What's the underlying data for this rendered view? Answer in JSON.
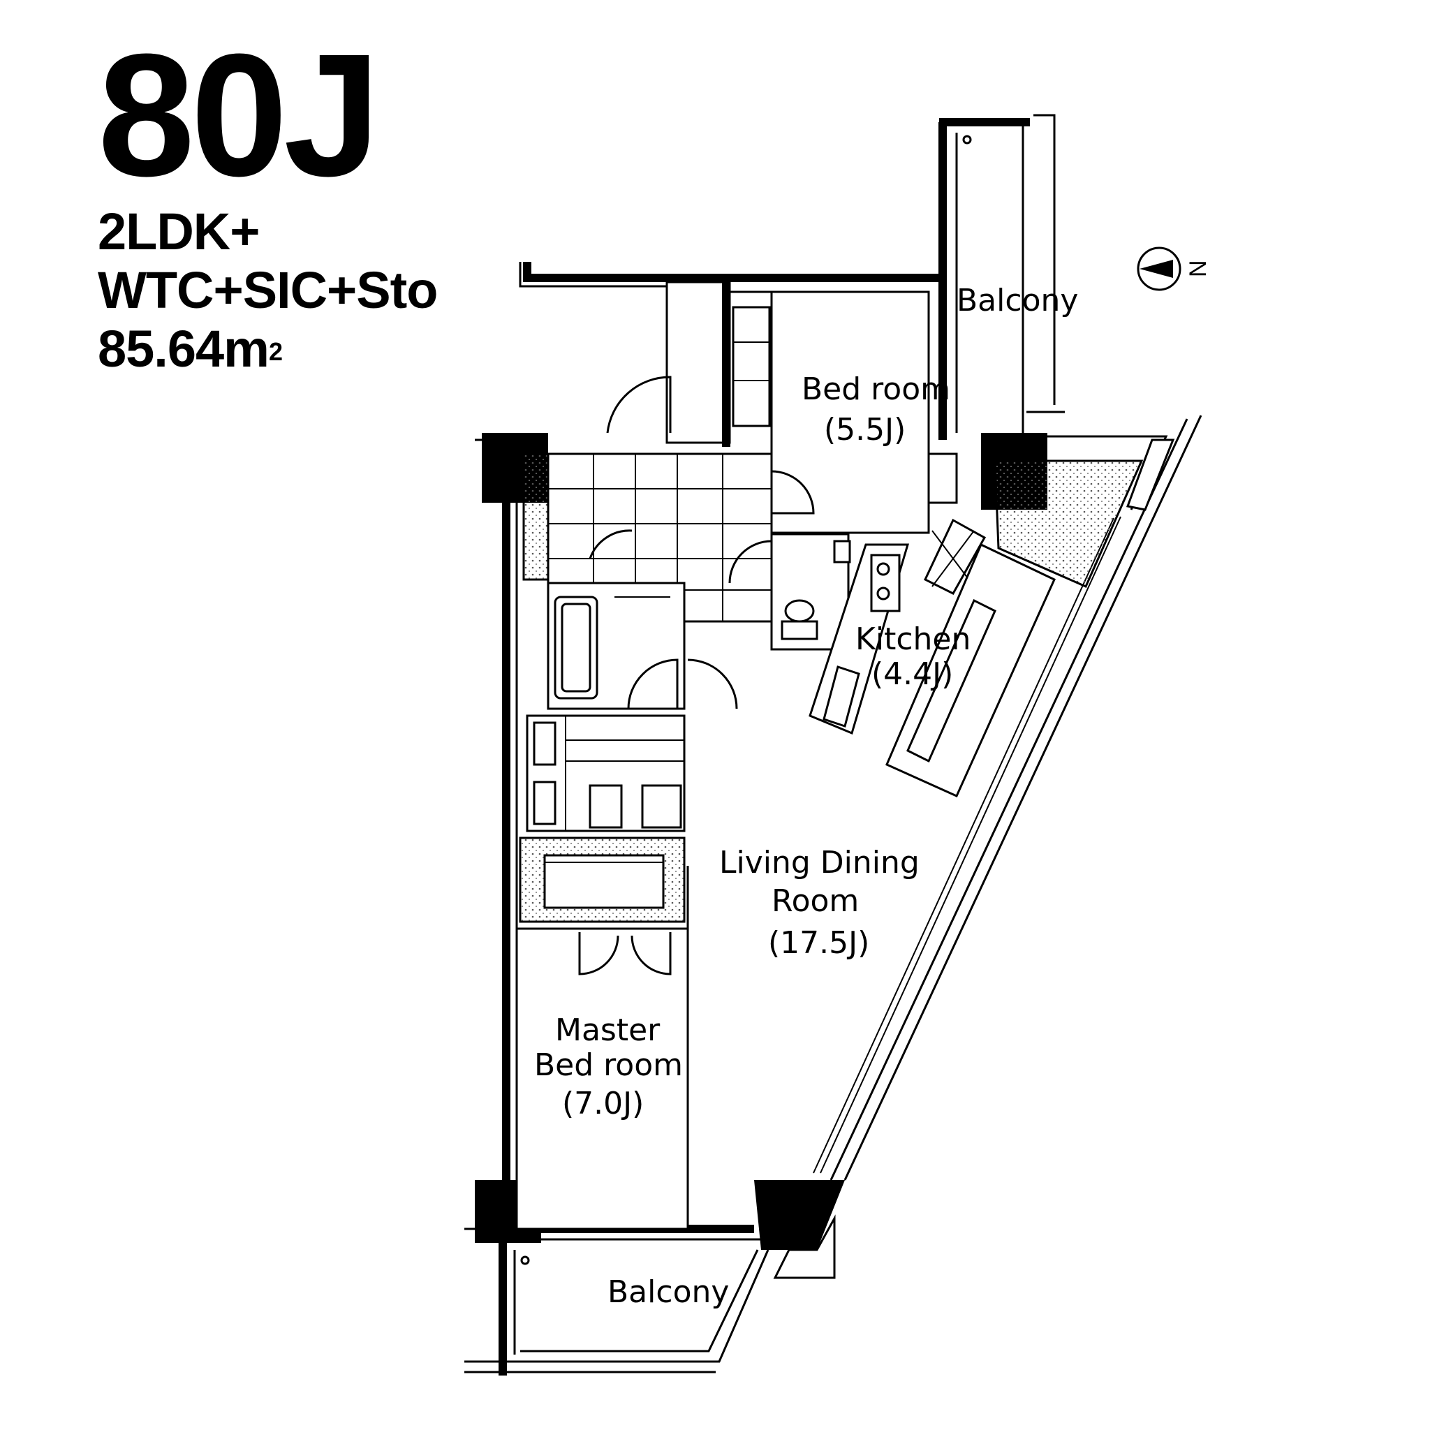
{
  "unit": {
    "code": "80J",
    "layout": "2LDK+",
    "extras": "WTC+SIC+Sto",
    "area_value": "85.64m",
    "area_sup": "2"
  },
  "compass": {
    "label": "N"
  },
  "rooms": {
    "balcony_north": "Balcony",
    "bedroom_name": "Bed room",
    "bedroom_size": "(5.5J)",
    "kitchen_name": "Kitchen",
    "kitchen_size": "(4.4J)",
    "living_name_1": "Living Dining",
    "living_name_2": "Room",
    "living_size": "(17.5J)",
    "master_name_1": "Master",
    "master_name_2": "Bed room",
    "master_size": "(7.0J)",
    "balcony_south": "Balcony"
  }
}
